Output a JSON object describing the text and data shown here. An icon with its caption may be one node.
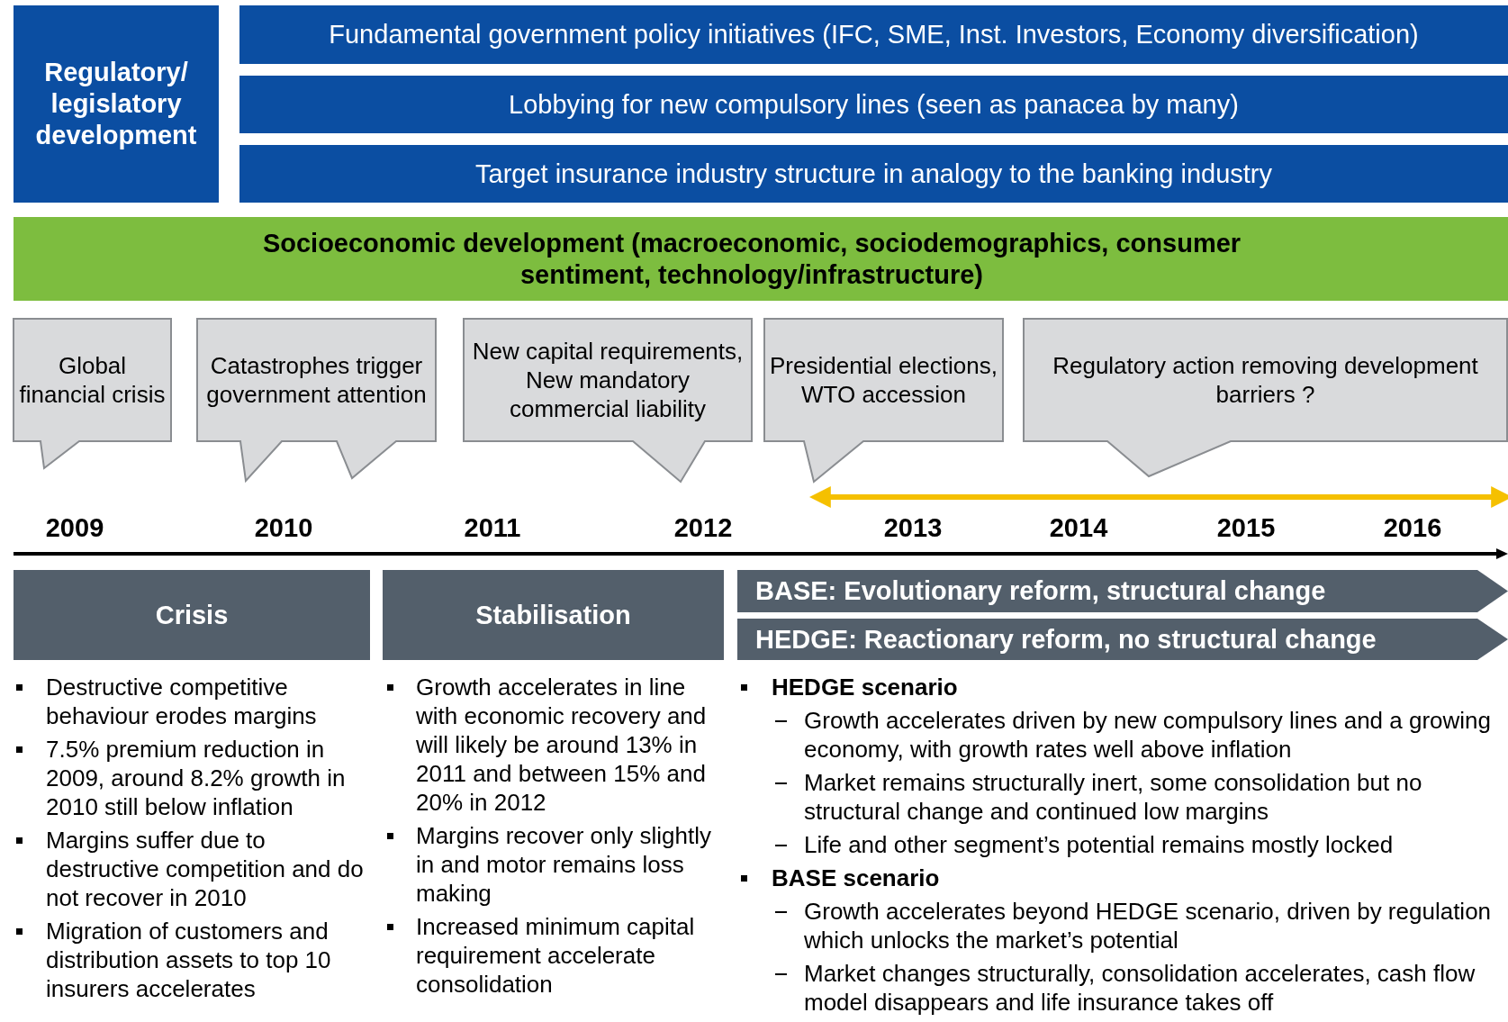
{
  "diagram": {
    "nodes": [
      {
        "text": [
          "Regulatory/ legislatory development"
        ]
      },
      {
        "text": [
          "Fundamental government policy initiatives (IFC, SME, Inst. Investors, Economy diversification)"
        ]
      },
      {
        "text": [
          "Lobbying for new compulsory lines (seen as panacea by many)"
        ]
      },
      {
        "text": [
          "Target insurance industry structure in analogy to the banking industry"
        ]
      },
      {
        "text": [
          "Socioeconomic development (macroeconomic, sociodemographics, consumer sentiment, technology/infrastructure)"
        ]
      },
      {
        "text": [
          "Global financial crisis"
        ]
      },
      {
        "text": [
          "Catastrophes trigger government attention"
        ]
      },
      {
        "text": [
          "New capital requirements, New mandatory commercial liability"
        ]
      },
      {
        "text": [
          "Presidential elections, WTO accession"
        ]
      },
      {
        "text": [
          "Regulatory action removing development barriers ?"
        ]
      },
      {
        "text": [
          "Crisis"
        ]
      },
      {
        "text": [
          "Stabilisation"
        ]
      },
      {
        "text": [
          "BASE: Evolutionary reform, structural change"
        ]
      },
      {
        "text": [
          "HEDGE: Reactionary reform, no structural change"
        ]
      }
    ],
    "labels": [
      "2009",
      "2010",
      "2011",
      "2012",
      "2013",
      "2014",
      "2015",
      "2016",
      "Destructive competitive behaviour erodes margins",
      "7.5% premium reduction in 2009, around 8.2% growth in 2010 still below inflation",
      "Margins suffer due to destructive competition and do not recover in 2010",
      "Migration of customers and distribution assets to top 10 insurers accelerates",
      "Growth accelerates in line with economic recovery and will likely be around 13% in 2011 and between 15% and 20% in 2012",
      "Margins recover only slightly in and motor remains loss making",
      "Increased minimum capital requirement accelerate consolidation",
      "HEDGE scenario",
      "Growth accelerates driven by new compulsory lines and a growing economy, with growth rates well above inflation",
      "Market remains structurally inert, some consolidation but no structural change and continued low margins",
      "Life and other segment’s potential remains mostly locked",
      "BASE scenario",
      "Growth accelerates beyond HEDGE scenario, driven by regulation which unlocks the market’s potential",
      "Market changes structurally, consolidation accelerates, cash flow model disappears and life insurance takes off"
    ]
  }
}
